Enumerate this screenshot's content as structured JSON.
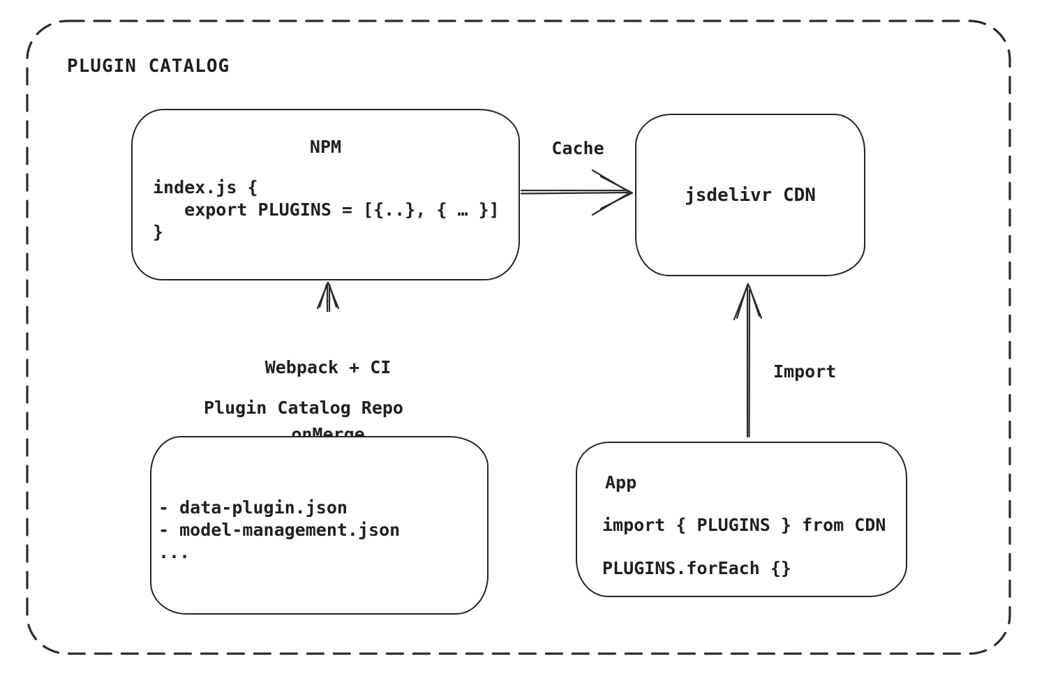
{
  "frame": {
    "title": "PLUGIN CATALOG"
  },
  "nodes": {
    "npm": {
      "title": "NPM",
      "code_lines": [
        "index.js {",
        "   export PLUGINS = [{..}, { … }]",
        "}"
      ]
    },
    "cdn": {
      "title": "jsdelivr CDN"
    },
    "repo": {
      "title": "Plugin Catalog Repo",
      "file_lines": [
        "- data-plugin.json",
        "- model-management.json",
        "..."
      ]
    },
    "app": {
      "title": "App",
      "code_lines": [
        "import { PLUGINS } from CDN",
        "PLUGINS.forEach {}"
      ]
    }
  },
  "edges": {
    "cache": {
      "label": "Cache",
      "from": "npm",
      "to": "cdn"
    },
    "build": {
      "label_lines": [
        "Webpack + CI",
        "onMerge"
      ],
      "from": "repo",
      "to": "npm"
    },
    "import": {
      "label": "Import",
      "from": "app",
      "to": "cdn"
    }
  },
  "colors": {
    "ink": "#1e1e1e",
    "background": "#ffffff"
  }
}
